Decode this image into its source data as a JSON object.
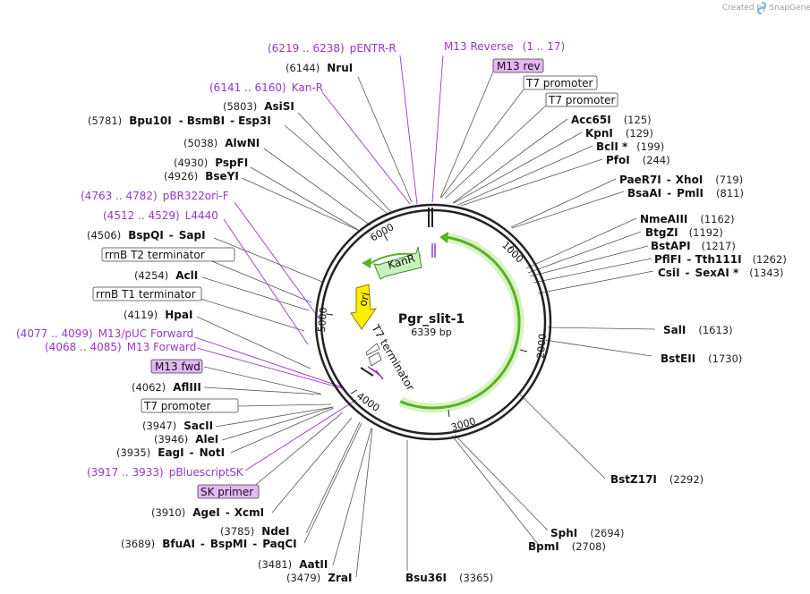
{
  "credit": "Created by SnapGene",
  "plasmid": {
    "name": "Pgr_slit-1",
    "length": "6339 bp"
  },
  "ticks": [
    "1000",
    "2000",
    "3000",
    "4000",
    "5000",
    "6000"
  ],
  "features": {
    "kanr": "KanR",
    "ori": "ori",
    "t7term": "T7 terminator"
  },
  "labels": {
    "pentr_r": {
      "num": "(6219 .. 6238)",
      "name": "pENTR-R"
    },
    "m13rev_p": {
      "name": "M13 Reverse",
      "num": "(1 .. 17)"
    },
    "nrui": {
      "num": "(6144)",
      "name": "NruI"
    },
    "kan_r": {
      "num": "(6141 .. 6160)",
      "name": "Kan-R"
    },
    "asisi": {
      "num": "(5803)",
      "name": "AsiSI"
    },
    "bpu10i": {
      "num": "(5781)",
      "name": "Bpu10I",
      "sep": "-",
      "name2": "BsmBI",
      "name3": "Esp3I"
    },
    "alwni": {
      "num": "(5038)",
      "name": "AlwNI"
    },
    "pspfi": {
      "num": "(4930)",
      "name": "PspFI"
    },
    "bseyi": {
      "num": "(4926)",
      "name": "BseYI"
    },
    "pbr322": {
      "num": "(4763 .. 4782)",
      "name": "pBR322ori-F"
    },
    "l4440": {
      "num": "(4512 .. 4529)",
      "name": "L4440"
    },
    "bspqi": {
      "num": "(4506)",
      "name": "BspQI",
      "name2": "SapI"
    },
    "acli": {
      "num": "(4254)",
      "name": "AclI"
    },
    "hpai": {
      "num": "(4119)",
      "name": "HpaI"
    },
    "m13puc": {
      "num": "(4077 .. 4099)",
      "name": "M13/pUC Forward"
    },
    "m13fwd_p": {
      "num": "(4068 .. 4085)",
      "name": "M13 Forward"
    },
    "aflIII": {
      "num": "(4062)",
      "name": "AflIII"
    },
    "sacii": {
      "num": "(3947)",
      "name": "SacII"
    },
    "alei": {
      "num": "(3946)",
      "name": "AleI"
    },
    "eagi": {
      "num": "(3935)",
      "name": "EagI",
      "name2": "NotI"
    },
    "pbluesk": {
      "num": "(3917 .. 3933)",
      "name": "pBluescriptSK"
    },
    "agei": {
      "num": "(3910)",
      "name": "AgeI",
      "name2": "XcmI"
    },
    "ndei": {
      "num": "(3785)",
      "name": "NdeI"
    },
    "bfuai": {
      "num": "(3689)",
      "name": "BfuAI",
      "name2": "BspMI",
      "name3": "PaqCI"
    },
    "aatii": {
      "num": "(3481)",
      "name": "AatII"
    },
    "zrai": {
      "num": "(3479)",
      "name": "ZraI"
    },
    "bsu36i": {
      "name": "Bsu36I",
      "num": "(3365)"
    },
    "sphi": {
      "name": "SphI",
      "num": "(2694)"
    },
    "bpmi": {
      "name": "BpmI",
      "num": "(2708)"
    },
    "bstz17i": {
      "name": "BstZ17I",
      "num": "(2292)"
    },
    "bsteii": {
      "name": "BstEII",
      "num": "(1730)"
    },
    "sali": {
      "name": "SalI",
      "num": "(1613)"
    },
    "csii": {
      "name": "CsiI",
      "name2": "SexAI *",
      "num": "(1343)"
    },
    "pflfi": {
      "name": "PflFI",
      "name2": "Tth111I",
      "num": "(1262)"
    },
    "bstapi": {
      "name": "BstAPI",
      "num": "(1217)"
    },
    "btgzi": {
      "name": "BtgZI",
      "num": "(1192)"
    },
    "nmeaiii": {
      "name": "NmeAIII",
      "num": "(1162)"
    },
    "bsaai": {
      "name": "BsaAI",
      "name2": "PmlI",
      "num": "(811)"
    },
    "paer7i": {
      "name": "PaeR7I",
      "name2": "XhoI",
      "num": "(719)"
    },
    "pfoi": {
      "name": "PfoI",
      "num": "(244)"
    },
    "bcli": {
      "name": "BclI *",
      "num": "(199)"
    },
    "kpni": {
      "name": "KpnI",
      "num": "(129)"
    },
    "acc65i": {
      "name": "Acc65I",
      "num": "(125)"
    }
  },
  "boxes": {
    "m13rev": "M13 rev",
    "t7prom1": "T7 promoter",
    "t7prom2": "T7 promoter",
    "rrnbt2": "rrnB T2 terminator",
    "rrnbt1": "rrnB T1 terminator",
    "m13fwd": "M13 fwd",
    "t7prom3": "T7 promoter",
    "skprimer": "SK primer"
  },
  "colors": {
    "backbone": "#222222",
    "primer": "#9a36c7",
    "primer_box": "#e3b8f3",
    "kanr_fill": "#c8f0c0",
    "ori_fill": "#ffee00",
    "green_arc": "#59b221",
    "green_halo": "#d8f2c8"
  }
}
